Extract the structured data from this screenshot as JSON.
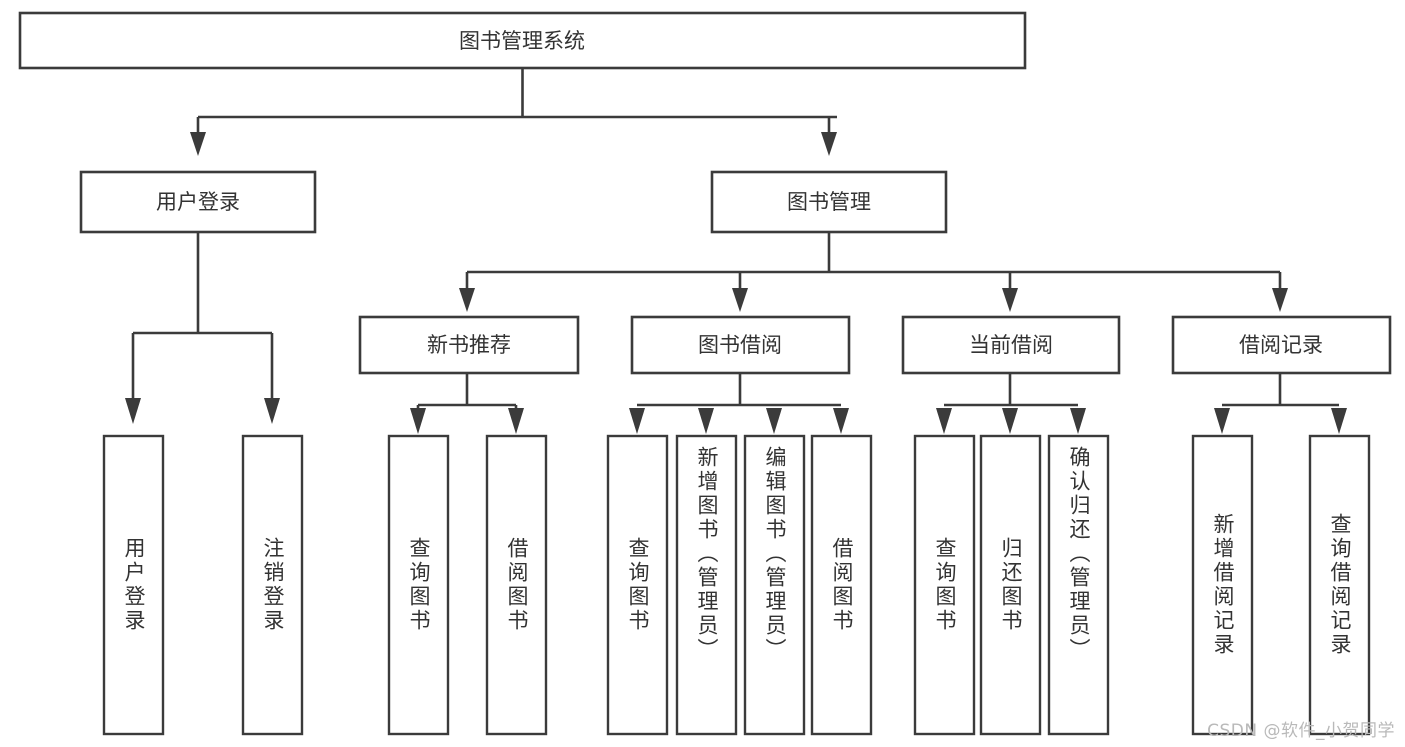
{
  "diagram": {
    "title": "图书管理系统",
    "type": "hierarchy-tree",
    "background_color": "#ffffff",
    "line_color": "#3b3b3b",
    "text_color": "#333333",
    "levels": [
      {
        "level": 1,
        "nodes": [
          {
            "id": "root",
            "label": "图书管理系统",
            "orientation": "horizontal"
          }
        ]
      },
      {
        "level": 2,
        "nodes": [
          {
            "id": "user-login",
            "label": "用户登录",
            "orientation": "horizontal",
            "parent": "root"
          },
          {
            "id": "book-manage",
            "label": "图书管理",
            "orientation": "horizontal",
            "parent": "root"
          }
        ]
      },
      {
        "level": 3,
        "nodes": [
          {
            "id": "new-book-recommend",
            "label": "新书推荐",
            "orientation": "horizontal",
            "parent": "book-manage"
          },
          {
            "id": "book-borrow",
            "label": "图书借阅",
            "orientation": "horizontal",
            "parent": "book-manage"
          },
          {
            "id": "current-borrow",
            "label": "当前借阅",
            "orientation": "horizontal",
            "parent": "book-manage"
          },
          {
            "id": "borrow-record",
            "label": "借阅记录",
            "orientation": "horizontal",
            "parent": "book-manage"
          }
        ]
      },
      {
        "level": 4,
        "nodes": [
          {
            "id": "leaf-user-login",
            "label": "用户登录",
            "orientation": "vertical",
            "parent": "user-login"
          },
          {
            "id": "leaf-logout",
            "label": "注销登录",
            "orientation": "vertical",
            "parent": "user-login"
          },
          {
            "id": "leaf-query-book-1",
            "label": "查询图书",
            "orientation": "vertical",
            "parent": "new-book-recommend"
          },
          {
            "id": "leaf-borrow-book-1",
            "label": "借阅图书",
            "orientation": "vertical",
            "parent": "new-book-recommend"
          },
          {
            "id": "leaf-query-book-2",
            "label": "查询图书",
            "orientation": "vertical",
            "parent": "book-borrow"
          },
          {
            "id": "leaf-add-book",
            "label": "新增图书（管理员）",
            "orientation": "vertical",
            "parent": "book-borrow"
          },
          {
            "id": "leaf-edit-book",
            "label": "编辑图书（管理员）",
            "orientation": "vertical",
            "parent": "book-borrow"
          },
          {
            "id": "leaf-borrow-book-2",
            "label": "借阅图书",
            "orientation": "vertical",
            "parent": "book-borrow"
          },
          {
            "id": "leaf-query-book-3",
            "label": "查询图书",
            "orientation": "vertical",
            "parent": "current-borrow"
          },
          {
            "id": "leaf-return-book",
            "label": "归还图书",
            "orientation": "vertical",
            "parent": "current-borrow"
          },
          {
            "id": "leaf-confirm-return",
            "label": "确认归还（管理员）",
            "orientation": "vertical",
            "parent": "current-borrow"
          },
          {
            "id": "leaf-add-record",
            "label": "新增借阅记录",
            "orientation": "vertical",
            "parent": "borrow-record"
          },
          {
            "id": "leaf-query-record",
            "label": "查询借阅记录",
            "orientation": "vertical",
            "parent": "borrow-record"
          }
        ]
      }
    ],
    "watermark": "CSDN @软件_小贺同学"
  }
}
